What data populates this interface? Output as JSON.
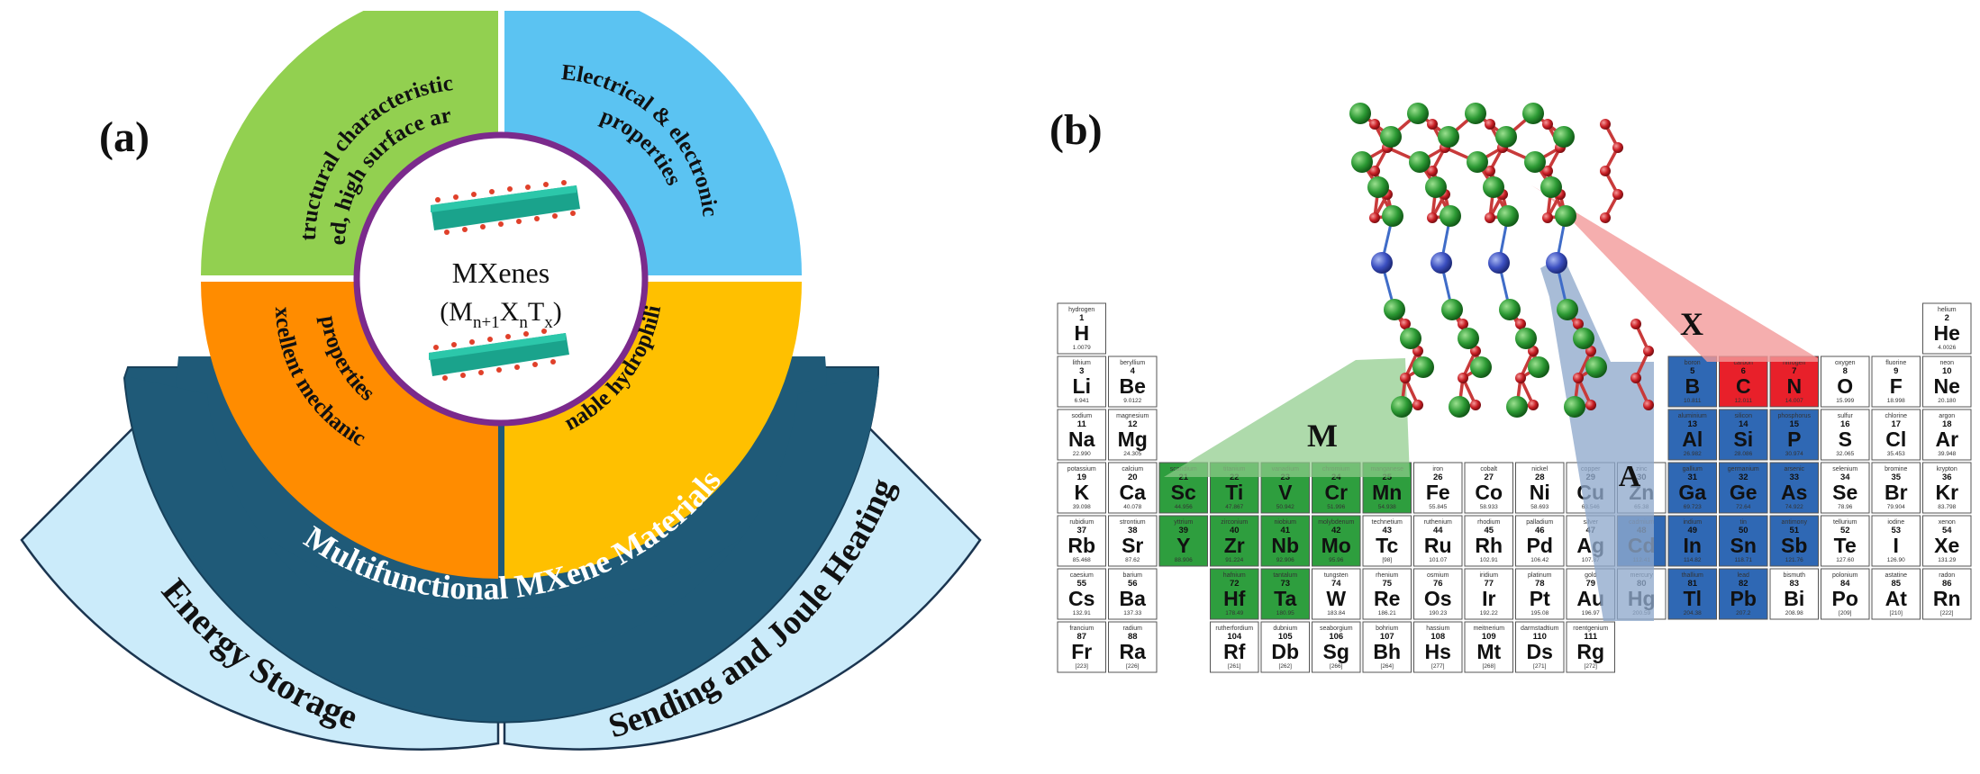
{
  "panel_a": {
    "label": "(a)",
    "center": {
      "title": "MXenes",
      "formula_prefix": "(M",
      "sub1": "n+1",
      "x": "X",
      "sub2": "n",
      "t": "T",
      "sub3": "x",
      "close": ")"
    },
    "inner_segments": [
      {
        "line1": "Structural characteristics",
        "line2": "(layered, high surface area, …)",
        "color": "#92D050"
      },
      {
        "line1": "Electrical & electronic",
        "line2": "properties",
        "color": "#5BC3F2"
      },
      {
        "line1": "Excellent mechanical",
        "line2": "properties",
        "color": "#FF8C00"
      },
      {
        "line1": "Tunable hydrophilicity",
        "line2": "",
        "color": "#FFC000"
      }
    ],
    "middle_band": {
      "text": "Multifunctional MXene Materials",
      "color": "#1F5A78"
    },
    "outer_band": {
      "left": "Energy Storage",
      "right": "Sending and Joule Heating",
      "color": "#CBEBFA"
    }
  },
  "panel_b": {
    "label": "(b)",
    "group_labels": {
      "M": "M",
      "A": "A",
      "X": "X"
    },
    "colors": {
      "M": "#2E9E3E",
      "A": "#2F68B4",
      "X": "#E8202A",
      "cone_M": "#8FCC8B",
      "cone_A": "#8FA9CC",
      "cone_X": "#F39A9A"
    },
    "elements": [
      {
        "n": 1,
        "s": "H",
        "name": "hydrogen",
        "m": "1.0079",
        "r": 1,
        "c": 1
      },
      {
        "n": 2,
        "s": "He",
        "name": "helium",
        "m": "4.0026",
        "r": 1,
        "c": 18
      },
      {
        "n": 3,
        "s": "Li",
        "name": "lithium",
        "m": "6.941",
        "r": 2,
        "c": 1
      },
      {
        "n": 4,
        "s": "Be",
        "name": "beryllium",
        "m": "9.0122",
        "r": 2,
        "c": 2
      },
      {
        "n": 5,
        "s": "B",
        "name": "boron",
        "m": "10.811",
        "r": 2,
        "c": 13,
        "g": "A"
      },
      {
        "n": 6,
        "s": "C",
        "name": "carbon",
        "m": "12.011",
        "r": 2,
        "c": 14,
        "g": "X"
      },
      {
        "n": 7,
        "s": "N",
        "name": "nitrogen",
        "m": "14.007",
        "r": 2,
        "c": 15,
        "g": "X"
      },
      {
        "n": 8,
        "s": "O",
        "name": "oxygen",
        "m": "15.999",
        "r": 2,
        "c": 16
      },
      {
        "n": 9,
        "s": "F",
        "name": "fluorine",
        "m": "18.998",
        "r": 2,
        "c": 17
      },
      {
        "n": 10,
        "s": "Ne",
        "name": "neon",
        "m": "20.180",
        "r": 2,
        "c": 18
      },
      {
        "n": 11,
        "s": "Na",
        "name": "sodium",
        "m": "22.990",
        "r": 3,
        "c": 1
      },
      {
        "n": 12,
        "s": "Mg",
        "name": "magnesium",
        "m": "24.305",
        "r": 3,
        "c": 2
      },
      {
        "n": 13,
        "s": "Al",
        "name": "aluminium",
        "m": "26.982",
        "r": 3,
        "c": 13,
        "g": "A"
      },
      {
        "n": 14,
        "s": "Si",
        "name": "silicon",
        "m": "28.086",
        "r": 3,
        "c": 14,
        "g": "A"
      },
      {
        "n": 15,
        "s": "P",
        "name": "phosphorus",
        "m": "30.974",
        "r": 3,
        "c": 15,
        "g": "A"
      },
      {
        "n": 16,
        "s": "S",
        "name": "sulfur",
        "m": "32.065",
        "r": 3,
        "c": 16
      },
      {
        "n": 17,
        "s": "Cl",
        "name": "chlorine",
        "m": "35.453",
        "r": 3,
        "c": 17
      },
      {
        "n": 18,
        "s": "Ar",
        "name": "argon",
        "m": "39.948",
        "r": 3,
        "c": 18
      },
      {
        "n": 19,
        "s": "K",
        "name": "potassium",
        "m": "39.098",
        "r": 4,
        "c": 1
      },
      {
        "n": 20,
        "s": "Ca",
        "name": "calcium",
        "m": "40.078",
        "r": 4,
        "c": 2
      },
      {
        "n": 21,
        "s": "Sc",
        "name": "scandium",
        "m": "44.956",
        "r": 4,
        "c": 3,
        "g": "M"
      },
      {
        "n": 22,
        "s": "Ti",
        "name": "titanium",
        "m": "47.867",
        "r": 4,
        "c": 4,
        "g": "M"
      },
      {
        "n": 23,
        "s": "V",
        "name": "vanadium",
        "m": "50.942",
        "r": 4,
        "c": 5,
        "g": "M"
      },
      {
        "n": 24,
        "s": "Cr",
        "name": "chromium",
        "m": "51.996",
        "r": 4,
        "c": 6,
        "g": "M"
      },
      {
        "n": 25,
        "s": "Mn",
        "name": "manganese",
        "m": "54.938",
        "r": 4,
        "c": 7,
        "g": "M"
      },
      {
        "n": 26,
        "s": "Fe",
        "name": "iron",
        "m": "55.845",
        "r": 4,
        "c": 8
      },
      {
        "n": 27,
        "s": "Co",
        "name": "cobalt",
        "m": "58.933",
        "r": 4,
        "c": 9
      },
      {
        "n": 28,
        "s": "Ni",
        "name": "nickel",
        "m": "58.693",
        "r": 4,
        "c": 10
      },
      {
        "n": 29,
        "s": "Cu",
        "name": "copper",
        "m": "63.546",
        "r": 4,
        "c": 11
      },
      {
        "n": 30,
        "s": "Zn",
        "name": "zinc",
        "m": "65.38",
        "r": 4,
        "c": 12
      },
      {
        "n": 31,
        "s": "Ga",
        "name": "gallium",
        "m": "69.723",
        "r": 4,
        "c": 13,
        "g": "A"
      },
      {
        "n": 32,
        "s": "Ge",
        "name": "germanium",
        "m": "72.64",
        "r": 4,
        "c": 14,
        "g": "A"
      },
      {
        "n": 33,
        "s": "As",
        "name": "arsenic",
        "m": "74.922",
        "r": 4,
        "c": 15,
        "g": "A"
      },
      {
        "n": 34,
        "s": "Se",
        "name": "selenium",
        "m": "78.96",
        "r": 4,
        "c": 16
      },
      {
        "n": 35,
        "s": "Br",
        "name": "bromine",
        "m": "79.904",
        "r": 4,
        "c": 17
      },
      {
        "n": 36,
        "s": "Kr",
        "name": "krypton",
        "m": "83.798",
        "r": 4,
        "c": 18
      },
      {
        "n": 37,
        "s": "Rb",
        "name": "rubidium",
        "m": "85.468",
        "r": 5,
        "c": 1
      },
      {
        "n": 38,
        "s": "Sr",
        "name": "strontium",
        "m": "87.62",
        "r": 5,
        "c": 2
      },
      {
        "n": 39,
        "s": "Y",
        "name": "yttrium",
        "m": "88.906",
        "r": 5,
        "c": 3,
        "g": "M"
      },
      {
        "n": 40,
        "s": "Zr",
        "name": "zirconium",
        "m": "91.224",
        "r": 5,
        "c": 4,
        "g": "M"
      },
      {
        "n": 41,
        "s": "Nb",
        "name": "niobium",
        "m": "92.906",
        "r": 5,
        "c": 5,
        "g": "M"
      },
      {
        "n": 42,
        "s": "Mo",
        "name": "molybdenum",
        "m": "95.96",
        "r": 5,
        "c": 6,
        "g": "M"
      },
      {
        "n": 43,
        "s": "Tc",
        "name": "technetium",
        "m": "[98]",
        "r": 5,
        "c": 7
      },
      {
        "n": 44,
        "s": "Ru",
        "name": "ruthenium",
        "m": "101.07",
        "r": 5,
        "c": 8
      },
      {
        "n": 45,
        "s": "Rh",
        "name": "rhodium",
        "m": "102.91",
        "r": 5,
        "c": 9
      },
      {
        "n": 46,
        "s": "Pd",
        "name": "palladium",
        "m": "106.42",
        "r": 5,
        "c": 10
      },
      {
        "n": 47,
        "s": "Ag",
        "name": "silver",
        "m": "107.87",
        "r": 5,
        "c": 11
      },
      {
        "n": 48,
        "s": "Cd",
        "name": "cadmium",
        "m": "112.41",
        "r": 5,
        "c": 12,
        "g": "A"
      },
      {
        "n": 49,
        "s": "In",
        "name": "indium",
        "m": "114.82",
        "r": 5,
        "c": 13,
        "g": "A"
      },
      {
        "n": 50,
        "s": "Sn",
        "name": "tin",
        "m": "118.71",
        "r": 5,
        "c": 14,
        "g": "A"
      },
      {
        "n": 51,
        "s": "Sb",
        "name": "antimony",
        "m": "121.76",
        "r": 5,
        "c": 15,
        "g": "A"
      },
      {
        "n": 52,
        "s": "Te",
        "name": "tellurium",
        "m": "127.60",
        "r": 5,
        "c": 16
      },
      {
        "n": 53,
        "s": "I",
        "name": "iodine",
        "m": "126.90",
        "r": 5,
        "c": 17
      },
      {
        "n": 54,
        "s": "Xe",
        "name": "xenon",
        "m": "131.29",
        "r": 5,
        "c": 18
      },
      {
        "n": 55,
        "s": "Cs",
        "name": "caesium",
        "m": "132.91",
        "r": 6,
        "c": 1
      },
      {
        "n": 56,
        "s": "Ba",
        "name": "barium",
        "m": "137.33",
        "r": 6,
        "c": 2
      },
      {
        "n": 72,
        "s": "Hf",
        "name": "hafnium",
        "m": "178.49",
        "r": 6,
        "c": 4,
        "g": "M"
      },
      {
        "n": 73,
        "s": "Ta",
        "name": "tantalum",
        "m": "180.95",
        "r": 6,
        "c": 5,
        "g": "M"
      },
      {
        "n": 74,
        "s": "W",
        "name": "tungsten",
        "m": "183.84",
        "r": 6,
        "c": 6
      },
      {
        "n": 75,
        "s": "Re",
        "name": "rhenium",
        "m": "186.21",
        "r": 6,
        "c": 7
      },
      {
        "n": 76,
        "s": "Os",
        "name": "osmium",
        "m": "190.23",
        "r": 6,
        "c": 8
      },
      {
        "n": 77,
        "s": "Ir",
        "name": "iridium",
        "m": "192.22",
        "r": 6,
        "c": 9
      },
      {
        "n": 78,
        "s": "Pt",
        "name": "platinum",
        "m": "195.08",
        "r": 6,
        "c": 10
      },
      {
        "n": 79,
        "s": "Au",
        "name": "gold",
        "m": "196.97",
        "r": 6,
        "c": 11
      },
      {
        "n": 80,
        "s": "Hg",
        "name": "mercury",
        "m": "200.59",
        "r": 6,
        "c": 12
      },
      {
        "n": 81,
        "s": "Tl",
        "name": "thallium",
        "m": "204.38",
        "r": 6,
        "c": 13,
        "g": "A"
      },
      {
        "n": 82,
        "s": "Pb",
        "name": "lead",
        "m": "207.2",
        "r": 6,
        "c": 14,
        "g": "A"
      },
      {
        "n": 83,
        "s": "Bi",
        "name": "bismuth",
        "m": "208.98",
        "r": 6,
        "c": 15
      },
      {
        "n": 84,
        "s": "Po",
        "name": "polonium",
        "m": "[209]",
        "r": 6,
        "c": 16
      },
      {
        "n": 85,
        "s": "At",
        "name": "astatine",
        "m": "[210]",
        "r": 6,
        "c": 17
      },
      {
        "n": 86,
        "s": "Rn",
        "name": "radon",
        "m": "[222]",
        "r": 6,
        "c": 18
      },
      {
        "n": 87,
        "s": "Fr",
        "name": "francium",
        "m": "[223]",
        "r": 7,
        "c": 1
      },
      {
        "n": 88,
        "s": "Ra",
        "name": "radium",
        "m": "[226]",
        "r": 7,
        "c": 2
      },
      {
        "n": 104,
        "s": "Rf",
        "name": "rutherfordium",
        "m": "[261]",
        "r": 7,
        "c": 4
      },
      {
        "n": 105,
        "s": "Db",
        "name": "dubnium",
        "m": "[262]",
        "r": 7,
        "c": 5
      },
      {
        "n": 106,
        "s": "Sg",
        "name": "seaborgium",
        "m": "[266]",
        "r": 7,
        "c": 6
      },
      {
        "n": 107,
        "s": "Bh",
        "name": "bohrium",
        "m": "[264]",
        "r": 7,
        "c": 7
      },
      {
        "n": 108,
        "s": "Hs",
        "name": "hassium",
        "m": "[277]",
        "r": 7,
        "c": 8
      },
      {
        "n": 109,
        "s": "Mt",
        "name": "meitnerium",
        "m": "[268]",
        "r": 7,
        "c": 9
      },
      {
        "n": 110,
        "s": "Ds",
        "name": "darmstadtium",
        "m": "[271]",
        "r": 7,
        "c": 10
      },
      {
        "n": 111,
        "s": "Rg",
        "name": "roentgenium",
        "m": "[272]",
        "r": 7,
        "c": 11
      }
    ]
  }
}
